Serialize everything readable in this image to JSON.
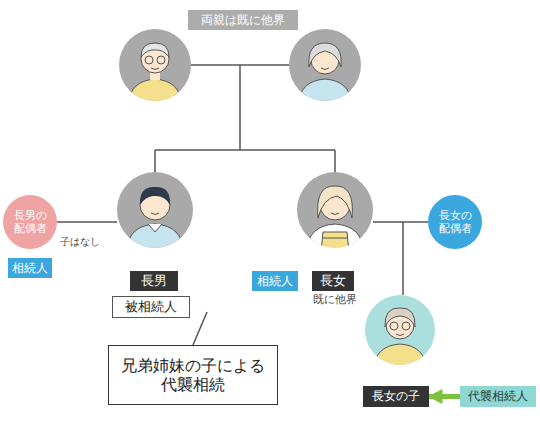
{
  "diagram": {
    "nodes": [
      {
        "text": [
          "両親は既に他界"
        ]
      },
      {
        "text": [
          "長男の 配偶者"
        ]
      },
      {
        "text": [
          "長女の 配偶者"
        ]
      },
      {
        "text": [
          "相続人"
        ]
      },
      {
        "text": [
          "長男"
        ]
      },
      {
        "text": [
          "相続人"
        ]
      },
      {
        "text": [
          "長女"
        ]
      },
      {
        "text": [
          "被相続人"
        ]
      },
      {
        "text": [
          "兄弟姉妹の子による 代襲相続"
        ]
      },
      {
        "text": [
          "長女の子"
        ]
      },
      {
        "text": [
          "代襲相続人"
        ]
      }
    ],
    "edges": [
      {
        "from": 10,
        "to": 9,
        "arrow": "to"
      }
    ],
    "labels": [
      "子はなし",
      "既に他界"
    ]
  }
}
